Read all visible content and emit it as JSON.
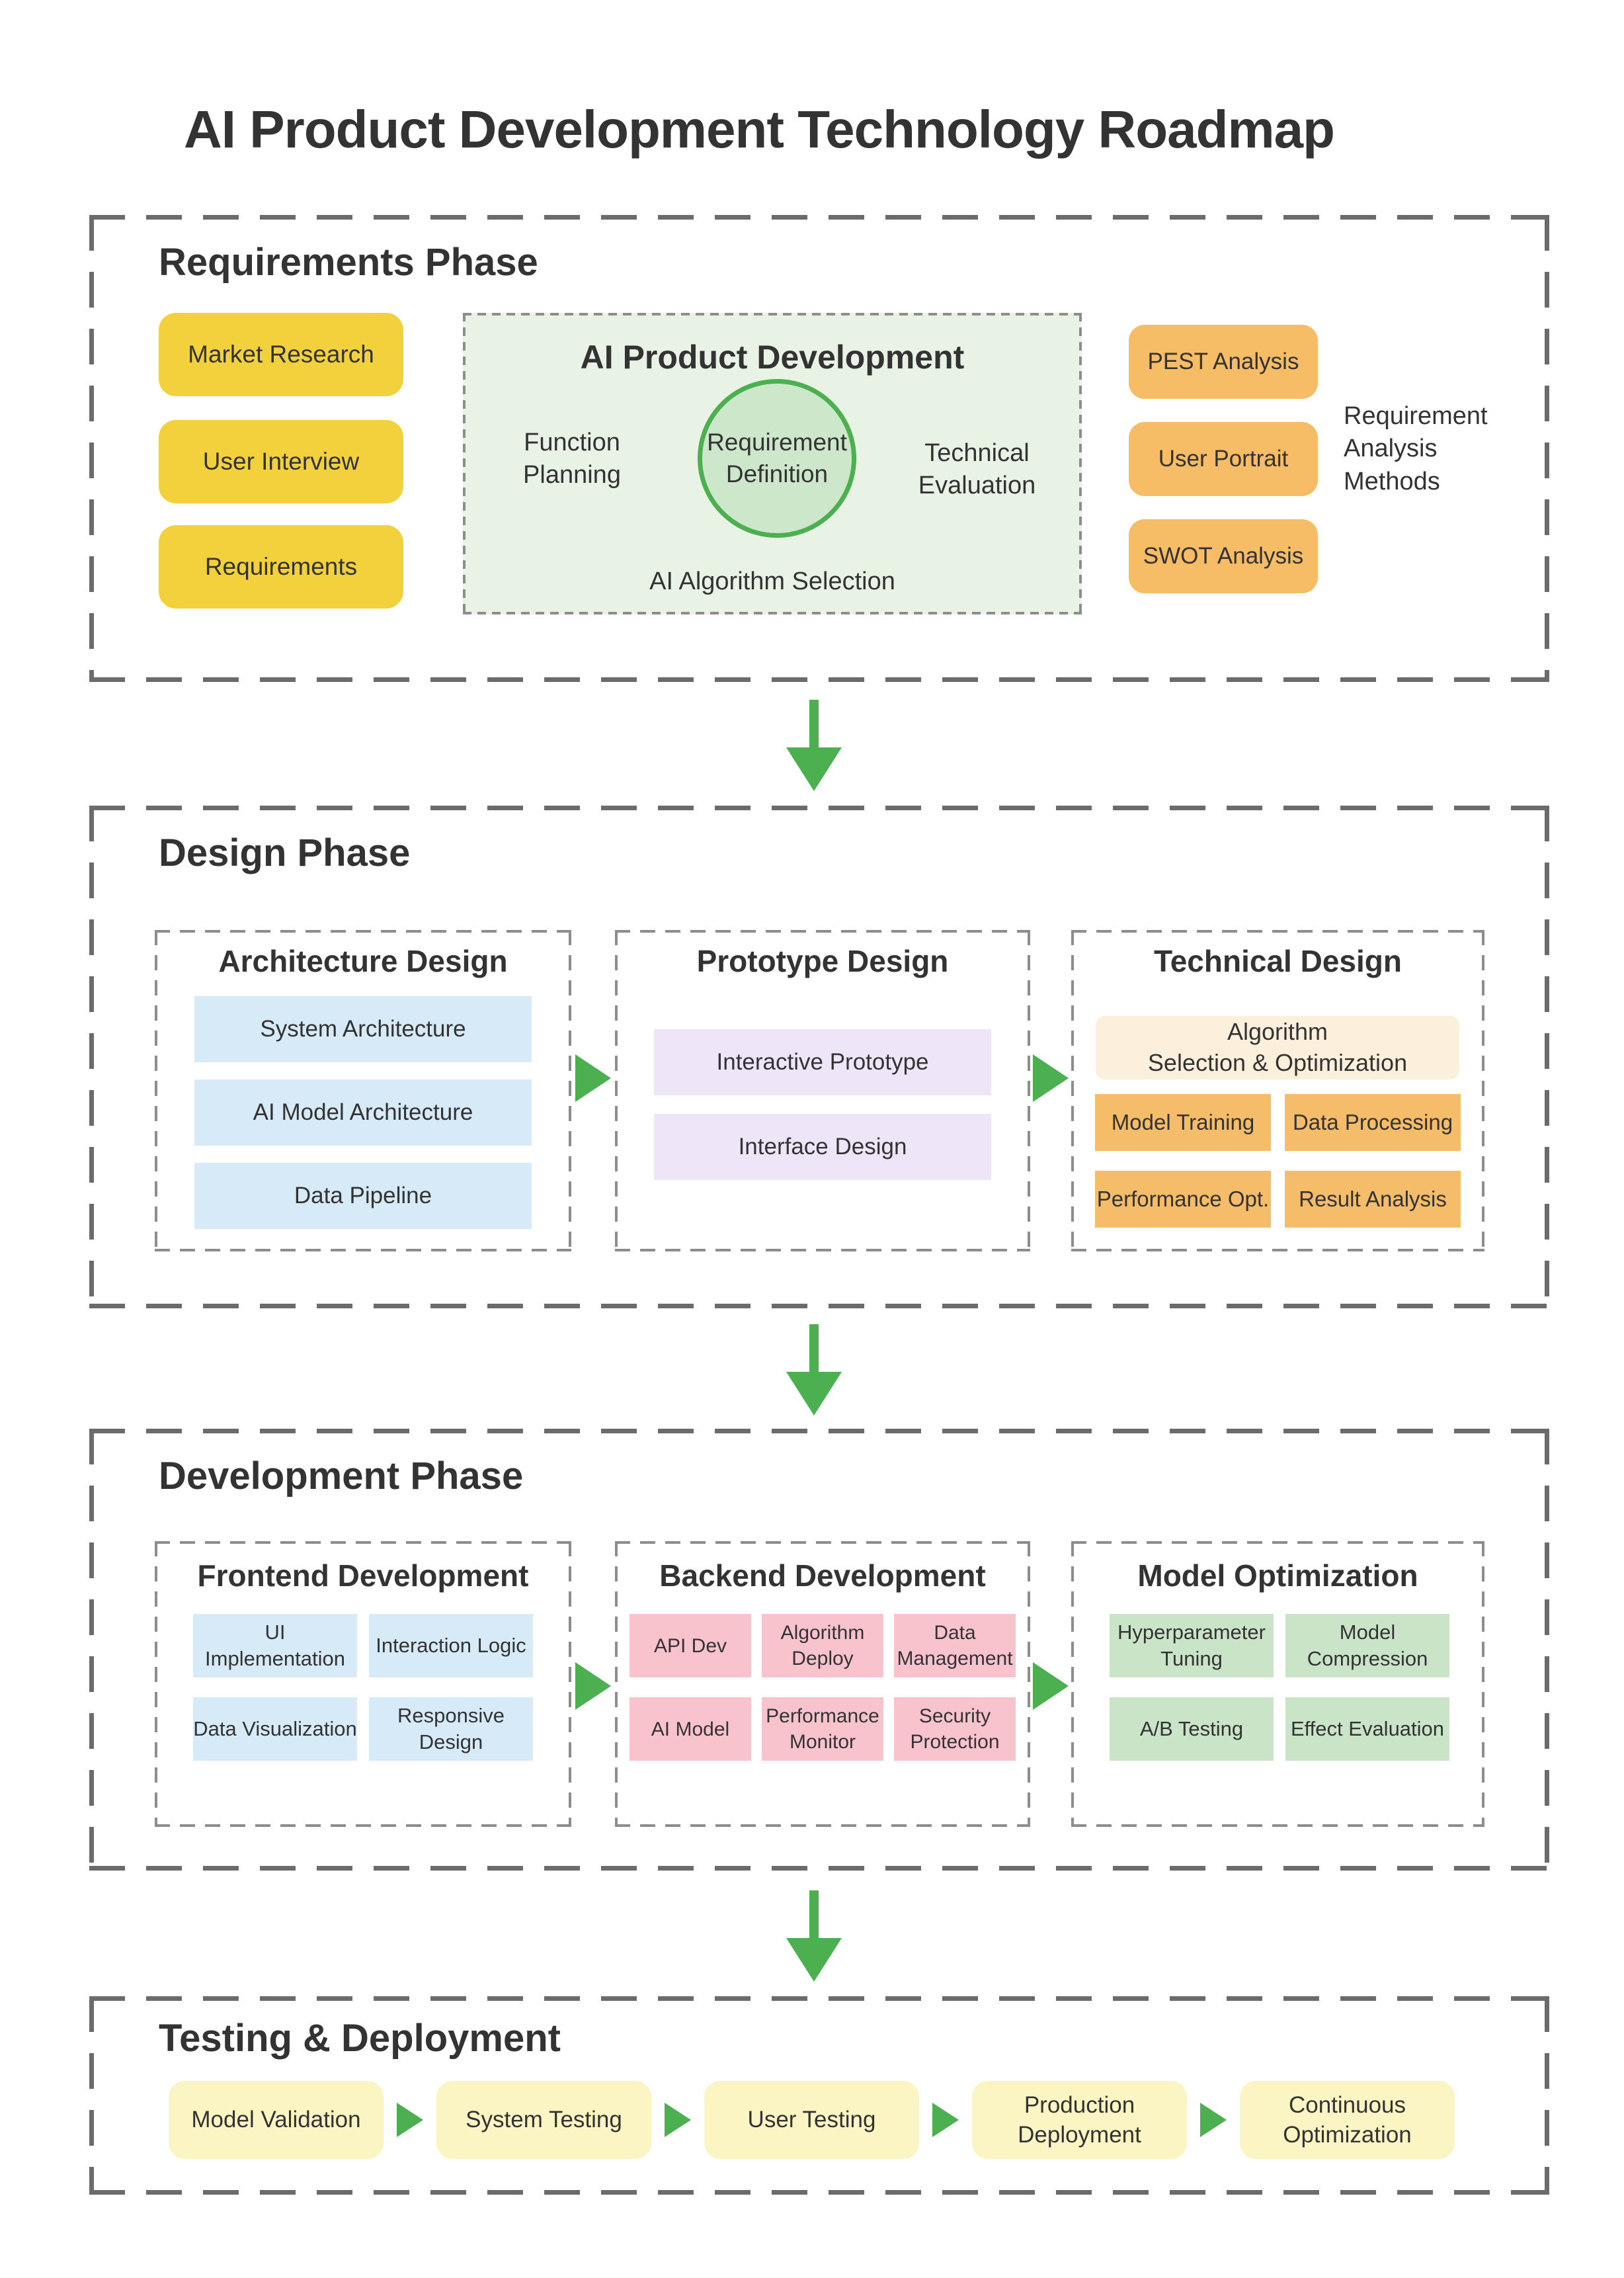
{
  "title": "AI Product Development Technology Roadmap",
  "phases": {
    "requirements": {
      "heading": "Requirements Phase",
      "left_items": [
        "Market Research",
        "User Interview",
        "Requirements"
      ],
      "center": {
        "title": "AI Product Development",
        "left_label": "Function Planning",
        "circle_label": "Requirement Definition",
        "right_label": "Technical Evaluation",
        "bottom_label": "AI Algorithm Selection"
      },
      "method_items": [
        "PEST Analysis",
        "User Portrait",
        "SWOT Analysis"
      ],
      "method_note": "Requirement Analysis Methods"
    },
    "design": {
      "heading": "Design Phase",
      "architecture": {
        "title": "Architecture Design",
        "items": [
          "System Architecture",
          "AI Model Architecture",
          "Data Pipeline"
        ]
      },
      "prototype": {
        "title": "Prototype Design",
        "items": [
          "Interactive Prototype",
          "Interface Design"
        ]
      },
      "technical": {
        "title": "Technical Design",
        "banner": "Algorithm\nSelection & Optimization",
        "items": [
          "Model Training",
          "Data Processing",
          "Performance Opt.",
          "Result Analysis"
        ]
      }
    },
    "development": {
      "heading": "Development Phase",
      "frontend": {
        "title": "Frontend Development",
        "items": [
          "UI Implementation",
          "Interaction Logic",
          "Data Visualization",
          "Responsive Design"
        ]
      },
      "backend": {
        "title": "Backend Development",
        "items": [
          "API Dev",
          "Algorithm Deploy",
          "Data Management",
          "AI Model",
          "Performance Monitor",
          "Security Protection"
        ]
      },
      "optimization": {
        "title": "Model Optimization",
        "items": [
          "Hyperparameter Tuning",
          "Model Compression",
          "A/B Testing",
          "Effect Evaluation"
        ]
      }
    },
    "testing": {
      "heading": "Testing & Deployment",
      "steps": [
        "Model Validation",
        "System Testing",
        "User Testing",
        "Production Deployment",
        "Continuous Optimization"
      ]
    }
  },
  "colors": {
    "text": "#333333",
    "arrow_green": "#4caf50",
    "dash_gray_outer": "#6b6b6b",
    "dash_gray_inner": "#8d8d8d",
    "yellow_box": "#f2d13d",
    "orange_box": "#f6bc66",
    "green_panel_bg": "#e8f3e6",
    "circle_fill": "#cde7cb",
    "blue_box": "#d6eaf8",
    "purple_box": "#eee5f8",
    "cream_box": "#fcf0dc",
    "orange_box_small": "#f5bc69",
    "pink_box": "#f9c3ce",
    "light_green_box": "#c9e4c6",
    "pale_yellow_box": "#faf5c2"
  }
}
